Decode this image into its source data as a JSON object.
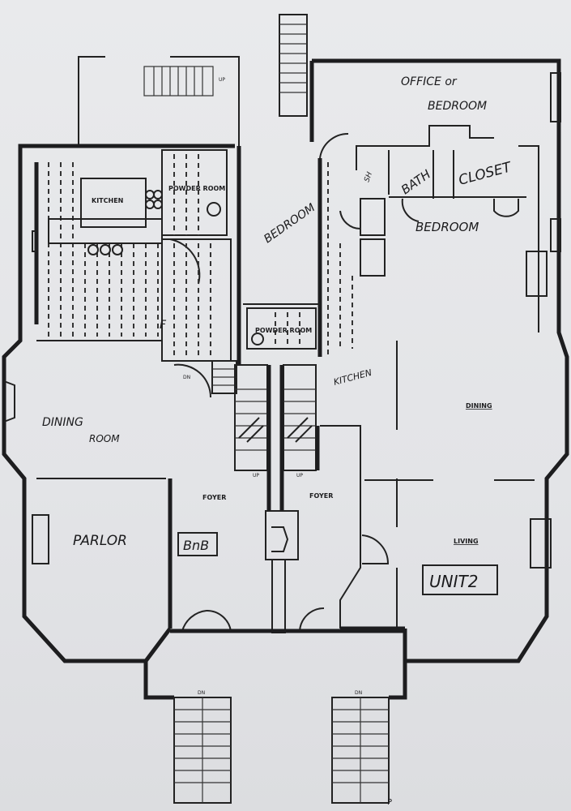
{
  "rooms": {
    "office": "OFFICE or",
    "office2": "BEDROOM",
    "shower": "SH",
    "bath": "BATH",
    "closet": "CLOSET",
    "bedroom_right": "BEDROOM",
    "kitchen_left": "KITCHEN",
    "powder_room_top": "POWDER ROOM",
    "bedroom_mid": "BEDROOM",
    "powder_room_mid": "POWDER ROOM",
    "kitchen_right": "KITCHEN",
    "dining": "DINING",
    "dining_room": "DINING",
    "dining_room2": "ROOM",
    "parlor": "PARLOR",
    "foyer_left": "FOYER",
    "foyer_right": "FOYER",
    "living": "LIVING",
    "f_mark": "F"
  },
  "unit_labels": {
    "bnb": "BnB",
    "unit2": "UNIT2"
  },
  "stair_marks": {
    "up": "UP",
    "dn": "DN",
    "p": "P"
  }
}
